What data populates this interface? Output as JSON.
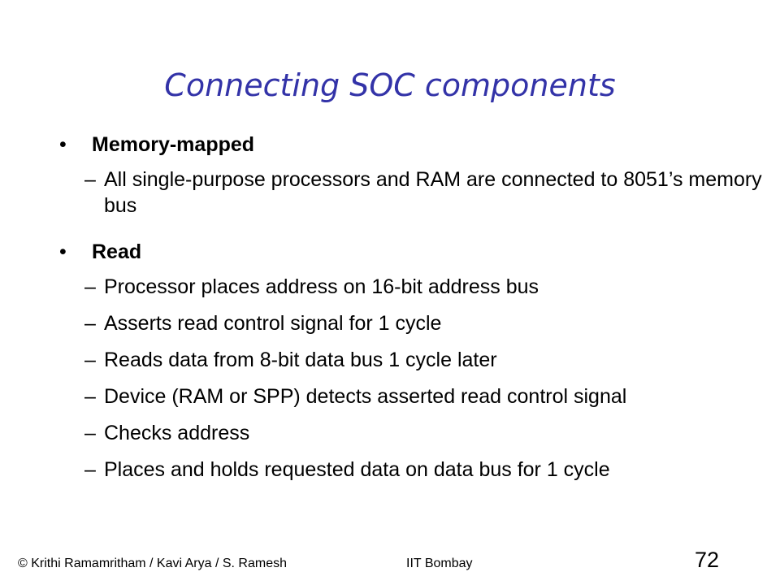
{
  "slide": {
    "title": "Connecting SOC components",
    "bullets": [
      {
        "marker": "•",
        "label": "Memory-mapped",
        "items": [
          {
            "dash": "–",
            "text": "All single-purpose processors and RAM are connected to 8051’s memory bus"
          }
        ]
      },
      {
        "marker": "•",
        "label": "Read",
        "items": [
          {
            "dash": "–",
            "text": "Processor places address on 16-bit address bus"
          },
          {
            "dash": "–",
            "text": "Asserts read control signal for 1 cycle"
          },
          {
            "dash": "–",
            "text": "Reads data from 8-bit data bus 1 cycle later"
          },
          {
            "dash": "–",
            "text": "Device (RAM or SPP) detects asserted read control signal"
          },
          {
            "dash": "–",
            "text": "Checks address"
          },
          {
            "dash": "–",
            "text": "Places and holds requested data on data bus for 1 cycle"
          }
        ]
      }
    ]
  },
  "footer": {
    "credits": "© Krithi Ramamritham / Kavi Arya / S. Ramesh",
    "institution": "IIT Bombay",
    "page_number": "72"
  }
}
